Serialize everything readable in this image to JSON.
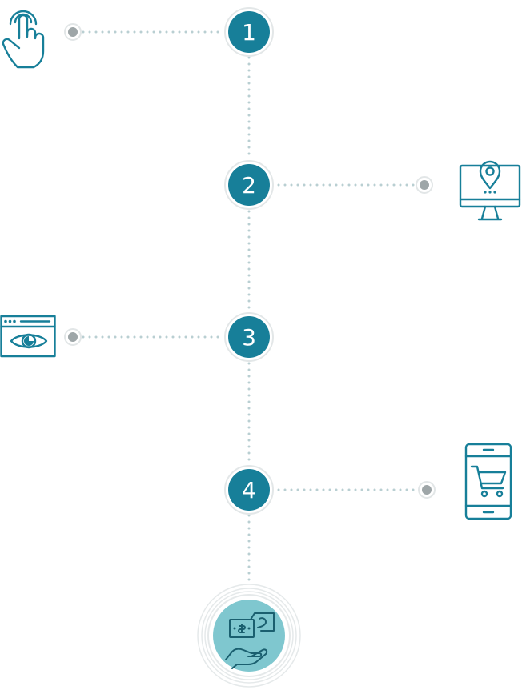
{
  "colors": {
    "step_fill": "#177f99",
    "icon_stroke": "#177f99",
    "connector_dots": "#b9cfd2",
    "endpoint_dot": "#9ea6a8",
    "endpoint_ring": "#e2e6e7",
    "final_fill": "#7fc7cf",
    "final_rings": "#e5e9ea"
  },
  "steps": [
    {
      "number": "1",
      "side": "left",
      "icon": "hand-tap-icon"
    },
    {
      "number": "2",
      "side": "right",
      "icon": "monitor-location-pin-icon"
    },
    {
      "number": "3",
      "side": "left",
      "icon": "browser-eye-icon"
    },
    {
      "number": "4",
      "side": "right",
      "icon": "smartphone-cart-icon"
    }
  ],
  "final": {
    "icon": "hand-receiving-money-icon"
  }
}
